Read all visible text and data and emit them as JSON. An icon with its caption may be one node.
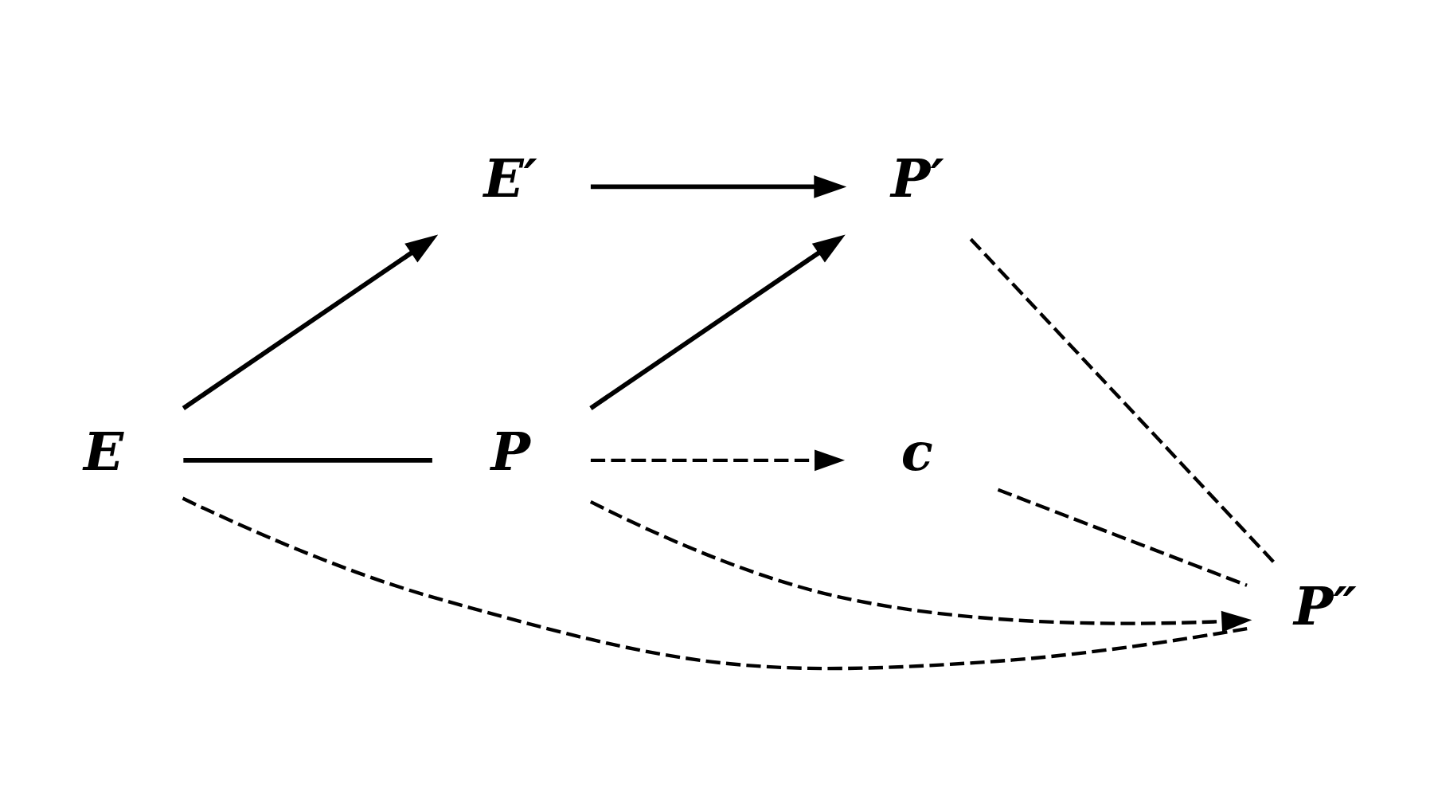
{
  "diagram": {
    "nodes": [
      {
        "text": [
          "E′"
        ]
      },
      {
        "text": [
          "P"
        ]
      },
      {
        "text": [
          "E"
        ]
      },
      {
        "text": [
          "c"
        ]
      },
      {
        "text": [
          "P′"
        ]
      },
      {
        "text": [
          "P″"
        ]
      }
    ],
    "edges": [
      {
        "from": 2,
        "to": 0,
        "arrow": "to"
      },
      {
        "from": 2,
        "to": 1,
        "arrow": "none"
      },
      {
        "from": 0,
        "to": 4,
        "arrow": "to"
      },
      {
        "from": 1,
        "to": 4,
        "arrow": "to"
      },
      {
        "from": 1,
        "to": 3,
        "arrow": "to",
        "style": "dashed"
      },
      {
        "from": 1,
        "to": 5,
        "arrow": "to",
        "style": "dashed"
      },
      {
        "from": 3,
        "to": 5,
        "arrow": "none",
        "style": "dashed"
      },
      {
        "from": 4,
        "to": 5,
        "arrow": "none",
        "style": "dashed"
      },
      {
        "from": 2,
        "to": 5,
        "arrow": "none",
        "style": "dashed"
      }
    ]
  }
}
